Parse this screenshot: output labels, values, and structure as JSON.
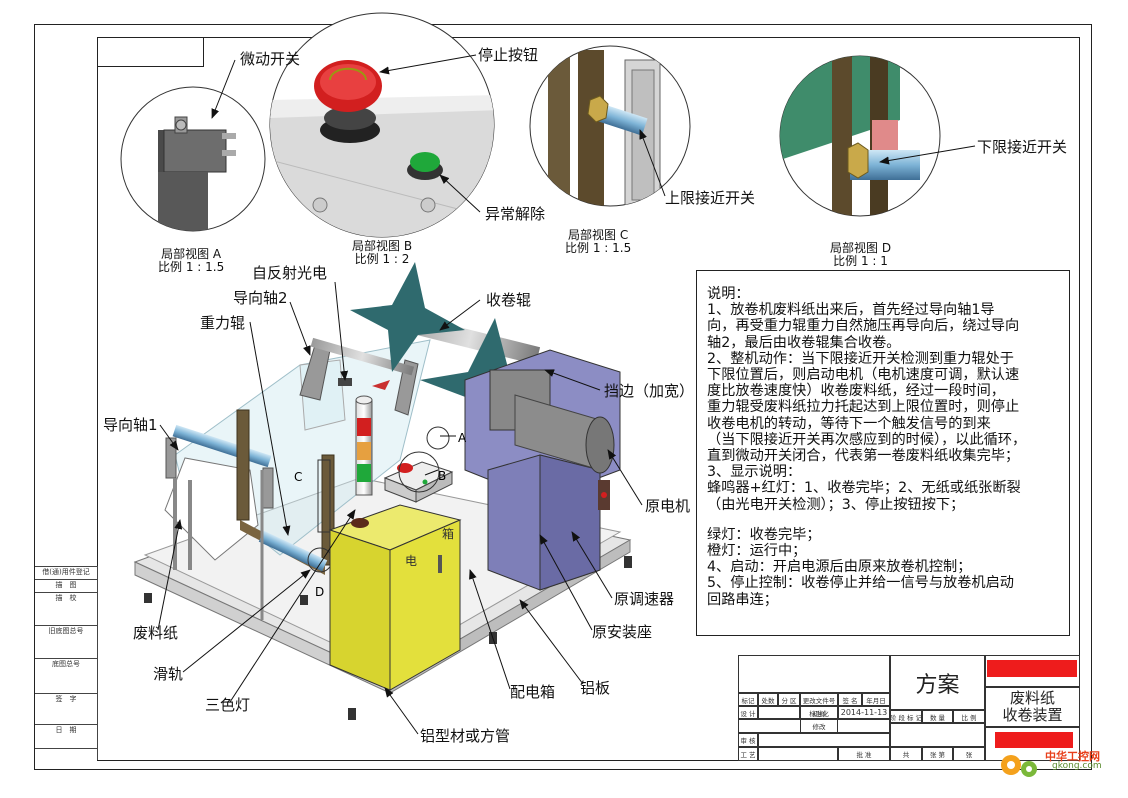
{
  "labels": {
    "micro_switch": "微动开关",
    "stop_button": "停止按钮",
    "reset": "异常解除",
    "upper_sensor": "上限接近开关",
    "lower_sensor": "下限接近开关",
    "reflect_sensor": "自反射光电",
    "guide_shaft_2": "导向轴2",
    "gravity_roller": "重力辊",
    "wind_roller": "收卷辊",
    "side_guard": "挡边（加宽）",
    "guide_shaft_1": "导向轴1",
    "motor": "原电机",
    "speed_controller": "原调速器",
    "mount": "原安装座",
    "waste_paper": "废料纸",
    "rail": "滑轨",
    "tricolor_lamp": "三色灯",
    "control_box": "配电箱",
    "al_plate": "铝板",
    "al_profile": "铝型材或方管"
  },
  "callouts": {
    "a": "A",
    "b": "B",
    "c": "C",
    "d": "D"
  },
  "box_text": {
    "c1": "电",
    "c2": "箱"
  },
  "views": {
    "a": {
      "title": "局部视图 A",
      "scale": "比例 1 : 1.5"
    },
    "b": {
      "title": "局部视图 B",
      "scale": "比例 1 : 2"
    },
    "c": {
      "title": "局部视图 C",
      "scale": "比例 1 : 1.5"
    },
    "d": {
      "title": "局部视图 D",
      "scale": "比例 1 : 1"
    }
  },
  "notes": [
    "说明：",
    "1、放卷机废料纸出来后，首先经过导向轴1导",
    "向，再受重力辊重力自然施压再导向后，绕过导向",
    "轴2，最后由收卷辊集合收卷。",
    "2、整机动作：当下限接近开关检测到重力辊处于",
    "下限位置后，则启动电机（电机速度可调，默认速",
    "度比放卷速度快）收卷废料纸，经过一段时间，",
    "重力辊受废料纸拉力托起达到上限位置时，则停止",
    "收卷电机的转动，等待下一个触发信号的到来",
    "（当下限接近开关再次感应到的时候），以此循环，",
    "直到微动开关闭合，代表第一卷废料纸收集完毕；",
    "3、显示说明：",
    "蜂鸣器+红灯：1、收卷完毕；2、无纸或纸张断裂",
    "（由光电开关检测）；3、停止按钮按下；",
    "",
    "绿灯：收卷完毕；",
    "橙灯：运行中；",
    "4、启动：开启电源后由原来放卷机控制；",
    "5、停止控制：收卷停止并给一信号与放卷机启动",
    "回路串连；"
  ],
  "sidebar": [
    "借(通)用件登记",
    "描　图",
    "描　校",
    "旧底图总号",
    "底图总号",
    "签　字",
    "日　期"
  ],
  "title_block": {
    "scheme": "方案",
    "name_1": "废料纸",
    "name_2": "收卷装置",
    "date": "2014-11-13",
    "row_mark": [
      "标记",
      "处数",
      "分 区",
      "更改文件号",
      "签 名",
      "年月日"
    ],
    "row_design": [
      "设 计",
      "",
      "标准化"
    ],
    "row_check": [
      "审 核"
    ],
    "row_process": [
      "工 艺",
      "批 准"
    ],
    "initial": "初拟",
    "revise": "修改",
    "stage": [
      "阶 段 标 记",
      "数 量",
      "比 例"
    ],
    "sheets": [
      "共",
      "张 第",
      "张"
    ]
  },
  "watermark": {
    "site": "中华工控网",
    "url": "gkong.com"
  },
  "colors": {
    "arrow_teal": "#2f6a6e",
    "box_yellow": "#e3e03c",
    "stop_red": "#d21f1f",
    "machine_blue": "#7e7fb8",
    "wm_red": "#ee1c1c"
  }
}
